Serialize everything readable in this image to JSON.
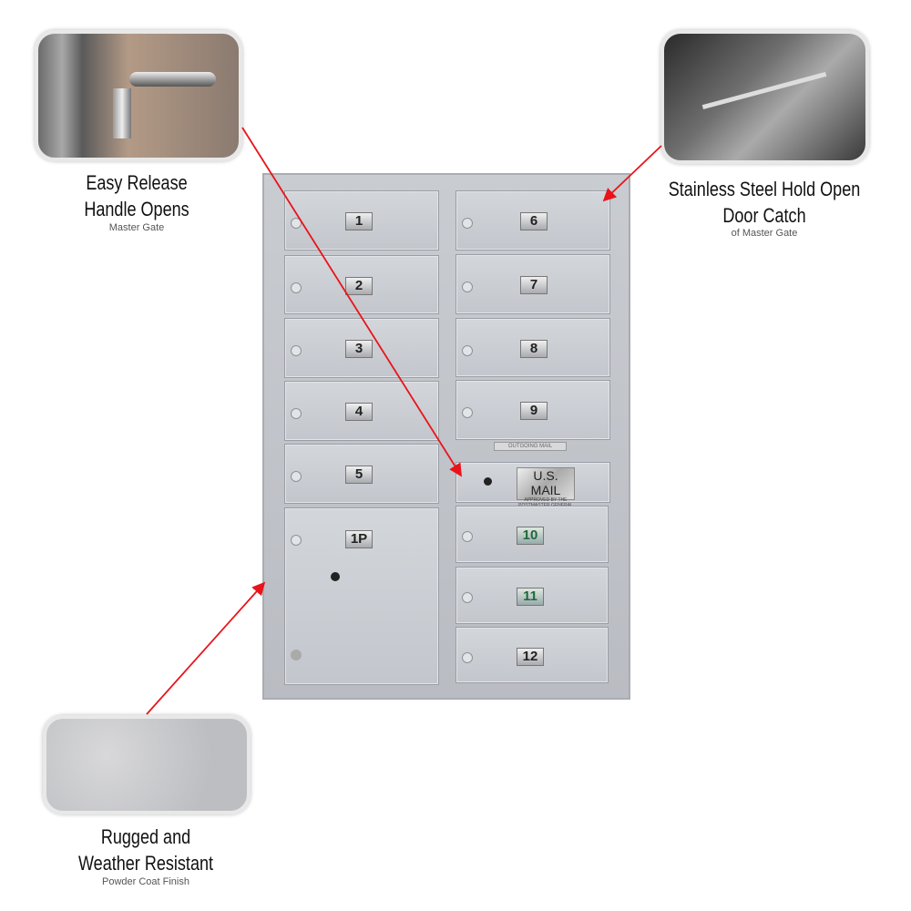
{
  "callouts": [
    {
      "title_line1": "Easy Release",
      "title_line2": "Handle Opens",
      "subtitle": "Master Gate"
    },
    {
      "title_line1": "Stainless Steel Hold Open",
      "title_line2": "Door Catch",
      "subtitle": "of Master Gate"
    },
    {
      "title_line1": "Rugged and",
      "title_line2": "Weather Resistant",
      "subtitle": "Powder Coat Finish"
    }
  ],
  "mailbox": {
    "left_doors": [
      "1",
      "2",
      "3",
      "4",
      "5",
      "1P"
    ],
    "right_doors": [
      "6",
      "7",
      "8",
      "9",
      "10",
      "11",
      "12"
    ],
    "outgoing_label": "OUTGOING MAIL",
    "usmail_title": "U.S. MAIL",
    "usmail_sub": "APPROVED BY THE POSTMASTER GENERAL"
  },
  "colors": {
    "arrow": "#e8141a"
  }
}
